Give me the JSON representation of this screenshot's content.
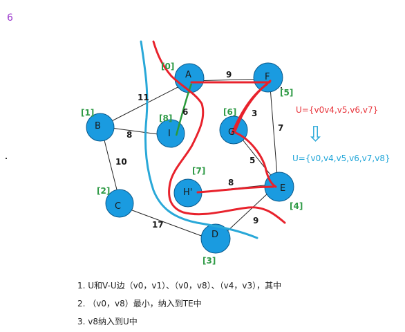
{
  "page_number": "6",
  "nodes": [
    {
      "id": "A",
      "label": "A",
      "index": "[0]"
    },
    {
      "id": "B",
      "label": "B",
      "index": "[1]"
    },
    {
      "id": "C",
      "label": "C",
      "index": "[2]"
    },
    {
      "id": "D",
      "label": "D",
      "index": "[3]"
    },
    {
      "id": "E",
      "label": "E",
      "index": "[4]"
    },
    {
      "id": "F",
      "label": "F",
      "index": "[5]"
    },
    {
      "id": "G",
      "label": "G",
      "index": "[6]"
    },
    {
      "id": "H",
      "label": "H'",
      "index": "[7]"
    },
    {
      "id": "I",
      "label": "I",
      "index": "[8]"
    }
  ],
  "edges": [
    {
      "from": "A",
      "to": "B",
      "weight": "11"
    },
    {
      "from": "A",
      "to": "F",
      "weight": "9"
    },
    {
      "from": "A",
      "to": "I",
      "weight": "6"
    },
    {
      "from": "B",
      "to": "I",
      "weight": "8"
    },
    {
      "from": "B",
      "to": "C",
      "weight": "10"
    },
    {
      "from": "C",
      "to": "D",
      "weight": "17"
    },
    {
      "from": "F",
      "to": "G",
      "weight": "3"
    },
    {
      "from": "F",
      "to": "E",
      "weight": "7"
    },
    {
      "from": "G",
      "to": "E",
      "weight": "5"
    },
    {
      "from": "H",
      "to": "E",
      "weight": "8"
    },
    {
      "from": "D",
      "to": "E",
      "weight": "9"
    }
  ],
  "sets": {
    "u_before": "U={v0v4,v5,v6,v7}",
    "u_after": "U={v0,v4,v5,v6,v7,v8}",
    "arrow": "⇩"
  },
  "notes": [
    "1. U和V-U边（v0，v1）、（v0，v8）、（v4，v3），其中",
    "2. （v0，v8）最小，纳入到TE中",
    "3. v8纳入到U中"
  ],
  "colors": {
    "node_fill": "#1a9be0",
    "node_stroke": "#0b5a8c",
    "index_label": "#2e9a45",
    "tree_edge_red": "#e8222c",
    "new_edge_green": "#2a9a3a",
    "cut_blue": "#29a8d8",
    "cut_red": "#e8222c",
    "page_number": "#9933cc"
  }
}
